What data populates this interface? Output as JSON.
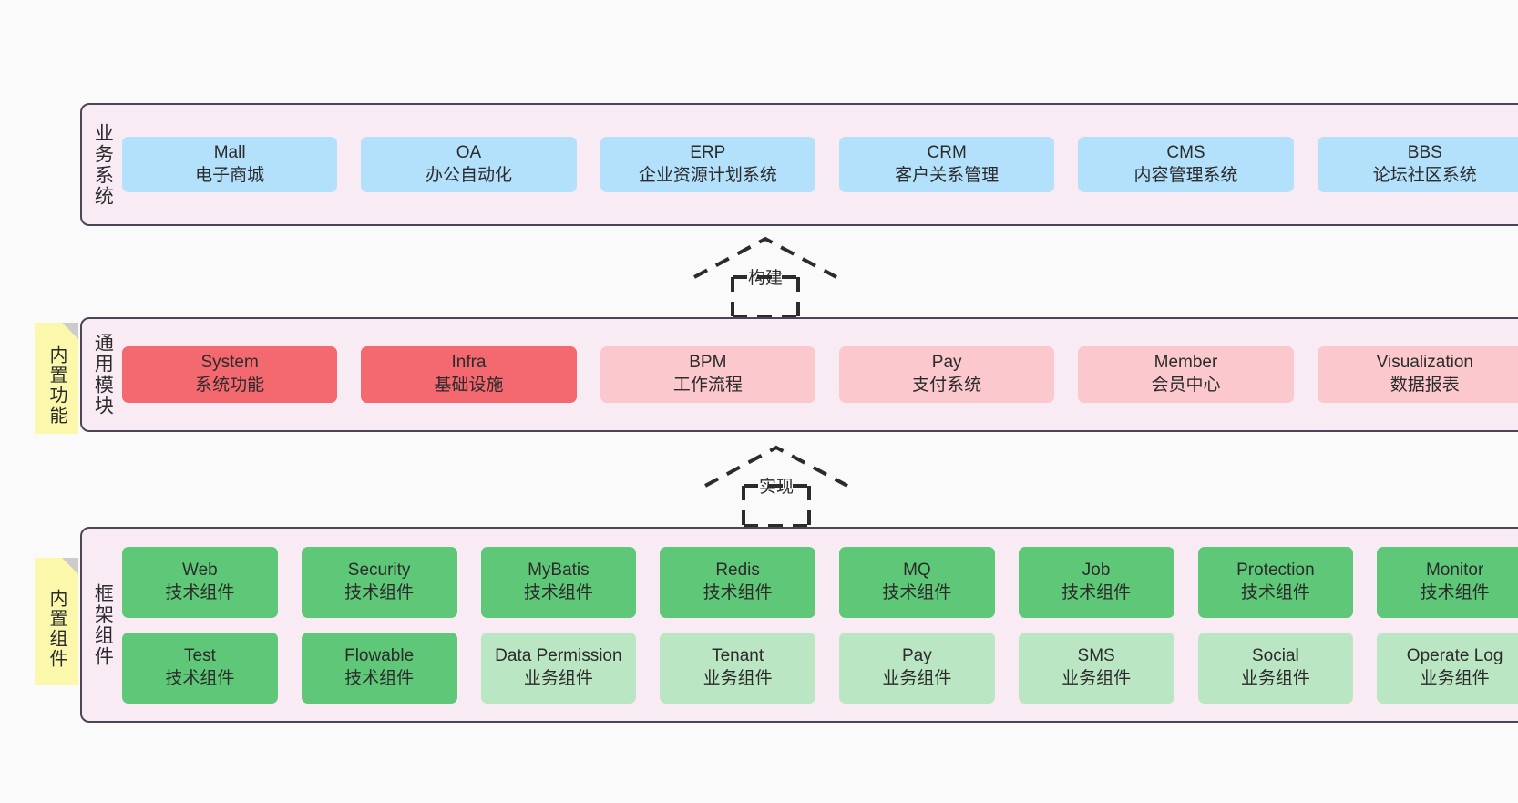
{
  "diagram": {
    "title": "",
    "background": "#fafafa",
    "panel_fill": "#f8ebf4",
    "panel_border": "#4d4455",
    "sticky_fill": "#fcf8ab"
  },
  "layers": [
    {
      "id": "business",
      "label": "业务系统",
      "sticky": null,
      "card_color": "#b3e0fb",
      "rows": [
        [
          {
            "l1": "Mall",
            "l2": "电子商城",
            "style": "c-blue"
          },
          {
            "l1": "OA",
            "l2": "办公自动化",
            "style": "c-blue"
          },
          {
            "l1": "ERP",
            "l2": "企业资源计划系统",
            "style": "c-blue"
          },
          {
            "l1": "CRM",
            "l2": "客户关系管理",
            "style": "c-blue"
          },
          {
            "l1": "CMS",
            "l2": "内容管理系统",
            "style": "c-blue"
          },
          {
            "l1": "BBS",
            "l2": "论坛社区系统",
            "style": "c-blue"
          }
        ]
      ]
    },
    {
      "id": "common",
      "label": "通用模块",
      "sticky": "内置功能",
      "rows": [
        [
          {
            "l1": "System",
            "l2": "系统功能",
            "style": "c-red"
          },
          {
            "l1": "Infra",
            "l2": "基础设施",
            "style": "c-red"
          },
          {
            "l1": "BPM",
            "l2": "工作流程",
            "style": "c-pink"
          },
          {
            "l1": "Pay",
            "l2": "支付系统",
            "style": "c-pink"
          },
          {
            "l1": "Member",
            "l2": "会员中心",
            "style": "c-pink"
          },
          {
            "l1": "Visualization",
            "l2": "数据报表",
            "style": "c-pink"
          }
        ]
      ]
    },
    {
      "id": "framework",
      "label": "框架组件",
      "sticky": "内置组件",
      "rows": [
        [
          {
            "l1": "Web",
            "l2": "技术组件",
            "style": "c-green"
          },
          {
            "l1": "Security",
            "l2": "技术组件",
            "style": "c-green"
          },
          {
            "l1": "MyBatis",
            "l2": "技术组件",
            "style": "c-green"
          },
          {
            "l1": "Redis",
            "l2": "技术组件",
            "style": "c-green"
          },
          {
            "l1": "MQ",
            "l2": "技术组件",
            "style": "c-green"
          },
          {
            "l1": "Job",
            "l2": "技术组件",
            "style": "c-green"
          },
          {
            "l1": "Protection",
            "l2": "技术组件",
            "style": "c-green"
          },
          {
            "l1": "Monitor",
            "l2": "技术组件",
            "style": "c-green"
          }
        ],
        [
          {
            "l1": "Test",
            "l2": "技术组件",
            "style": "c-green"
          },
          {
            "l1": "Flowable",
            "l2": "技术组件",
            "style": "c-green"
          },
          {
            "l1": "Data Permission",
            "l2": "业务组件",
            "style": "c-green-light",
            "wrap": true
          },
          {
            "l1": "Tenant",
            "l2": "业务组件",
            "style": "c-green-light"
          },
          {
            "l1": "Pay",
            "l2": "业务组件",
            "style": "c-green-light"
          },
          {
            "l1": "SMS",
            "l2": "业务组件",
            "style": "c-green-light"
          },
          {
            "l1": "Social",
            "l2": "业务组件",
            "style": "c-green-light"
          },
          {
            "l1": "Operate Log",
            "l2": "业务组件",
            "style": "c-green-light"
          }
        ]
      ]
    }
  ],
  "connectors": [
    {
      "id": "build",
      "label": "构建"
    },
    {
      "id": "implement",
      "label": "实现"
    }
  ]
}
